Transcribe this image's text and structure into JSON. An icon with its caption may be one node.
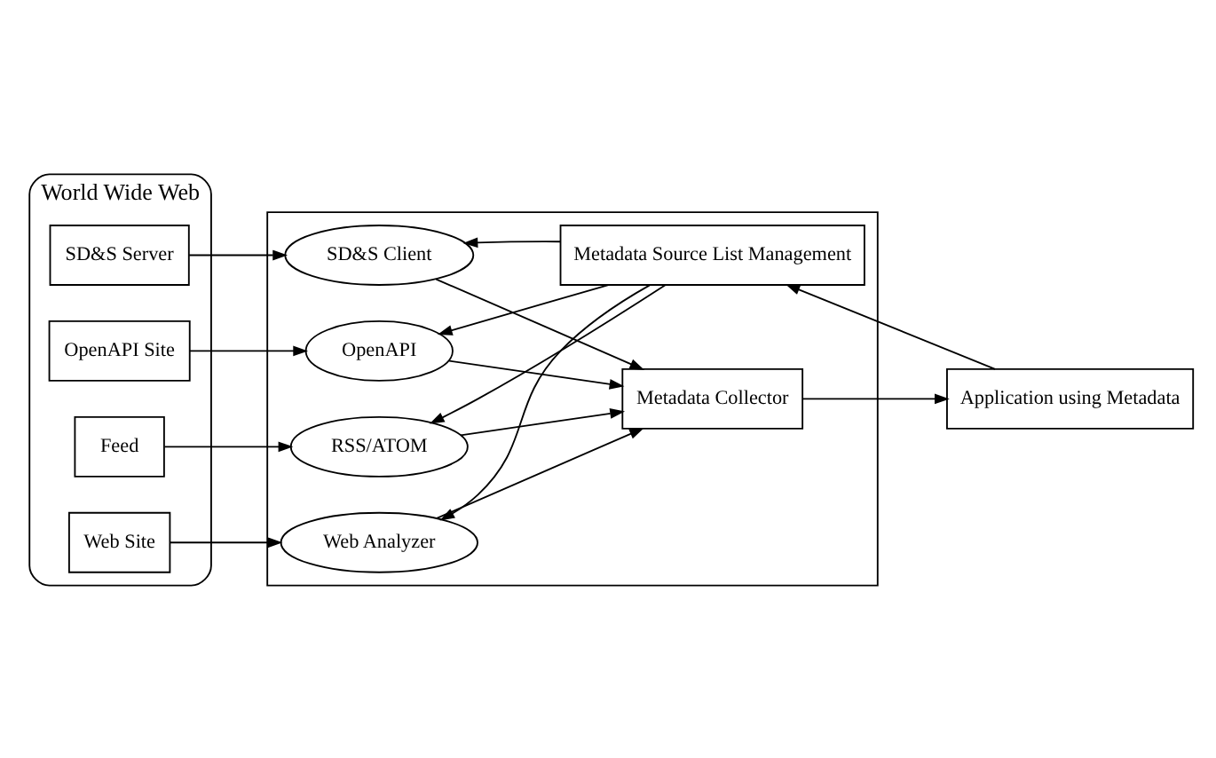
{
  "diagram": {
    "nodes": [
      {
        "text": [
          "World Wide Web"
        ]
      },
      {
        "text": [
          "SD&S Server"
        ],
        "in": 0
      },
      {
        "text": [
          "OpenAPI Site"
        ],
        "in": 0
      },
      {
        "text": [
          "Feed"
        ],
        "in": 0
      },
      {
        "text": [
          "Web Site"
        ],
        "in": 0
      },
      {
        "text": [],
        "shape": "box"
      },
      {
        "text": [
          "SD&S Client"
        ],
        "in": 5
      },
      {
        "text": [
          "OpenAPI"
        ],
        "in": 5
      },
      {
        "text": [
          "RSS/ATOM"
        ],
        "in": 5
      },
      {
        "text": [
          "Web Analyzer"
        ],
        "in": 5
      },
      {
        "text": [
          "Metadata Source List Management"
        ],
        "in": 5
      },
      {
        "text": [
          "Metadata Collector"
        ],
        "in": 5
      },
      {
        "text": [
          "Application using Metadata"
        ]
      }
    ],
    "edges": [
      {
        "from": 1,
        "to": 6,
        "arrow": "to"
      },
      {
        "from": 2,
        "to": 7,
        "arrow": "to"
      },
      {
        "from": 3,
        "to": 8,
        "arrow": "to"
      },
      {
        "from": 4,
        "to": 9,
        "arrow": "to"
      },
      {
        "from": 10,
        "to": 6,
        "arrow": "to"
      },
      {
        "from": 10,
        "to": 7,
        "arrow": "to"
      },
      {
        "from": 10,
        "to": 8,
        "arrow": "to"
      },
      {
        "from": 10,
        "to": 9,
        "arrow": "to"
      },
      {
        "from": 6,
        "to": 11,
        "arrow": "to"
      },
      {
        "from": 7,
        "to": 11,
        "arrow": "to"
      },
      {
        "from": 8,
        "to": 11,
        "arrow": "to"
      },
      {
        "from": 9,
        "to": 11,
        "arrow": "to"
      },
      {
        "from": 12,
        "to": 10,
        "arrow": "to"
      },
      {
        "from": 11,
        "to": 12,
        "arrow": "to"
      }
    ]
  }
}
